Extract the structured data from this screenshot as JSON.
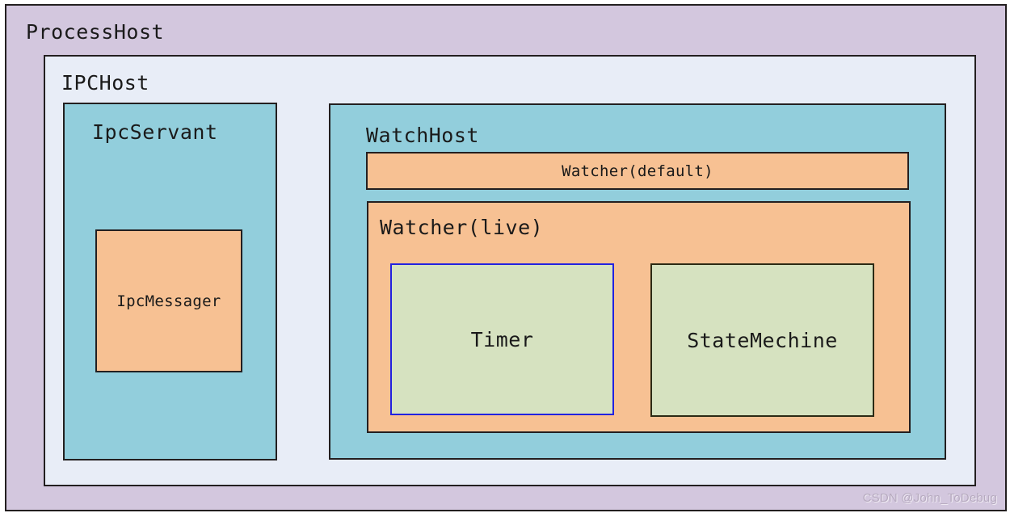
{
  "diagram": {
    "type": "nested-block-architecture",
    "watermark": "CSDN @John_ToDebug",
    "colors": {
      "process_host_fill": "#d3c7de",
      "ipc_host_fill": "#e8edf7",
      "host_block_fill": "#92cedc",
      "watcher_fill": "#f7c193",
      "leaf_fill": "#d6e2c0",
      "default_border": "#231f20",
      "timer_border": "#2222e0",
      "state_border": "#2b2a14",
      "watermark_color": "#b6aabf"
    },
    "nodes": {
      "process_host": {
        "label": "ProcessHost",
        "label_align": "top-left"
      },
      "ipc_host": {
        "label": "IPCHost",
        "label_align": "top-left"
      },
      "ipc_servant": {
        "label": "IpcServant",
        "label_align": "top-left"
      },
      "ipc_messager": {
        "label": "IpcMessager",
        "label_align": "center"
      },
      "watch_host": {
        "label": "WatchHost",
        "label_align": "top-left"
      },
      "watcher_default": {
        "label": "Watcher(default)",
        "label_align": "center"
      },
      "watcher_live": {
        "label": "Watcher(live)",
        "label_align": "top-left"
      },
      "timer": {
        "label": "Timer",
        "label_align": "center"
      },
      "state_mechine": {
        "label": "StateMechine",
        "label_align": "center"
      }
    }
  }
}
